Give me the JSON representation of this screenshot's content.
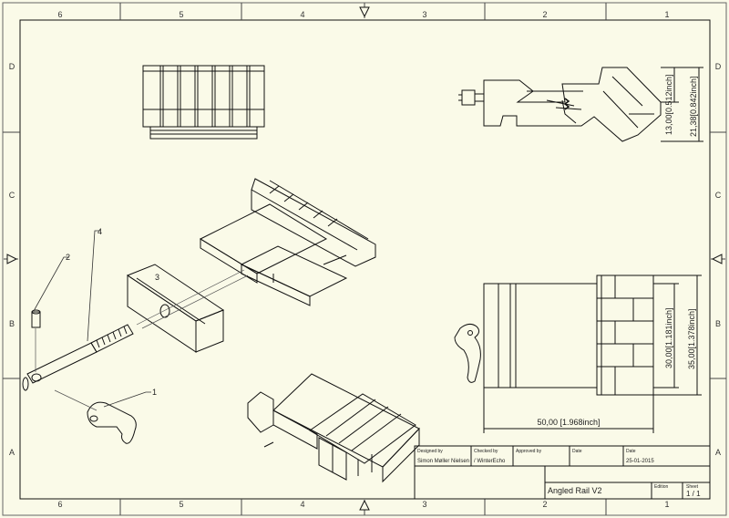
{
  "zones": {
    "top": [
      "6",
      "5",
      "4",
      "3",
      "2",
      "1"
    ],
    "bottom": [
      "6",
      "5",
      "4",
      "3",
      "2",
      "1"
    ],
    "left": [
      "D",
      "C",
      "B",
      "A"
    ],
    "right": [
      "D",
      "C",
      "B",
      "A"
    ]
  },
  "balloons": [
    "1",
    "2",
    "3",
    "4"
  ],
  "dimensions": {
    "side_height_1": "13,00[0.512inch]",
    "side_height_2": "21,38[0.842inch]",
    "top_width": "50,00 [1.968inch]",
    "top_height_1": "30,00[1.181inch]",
    "top_height_2": "35,00[1.378inch]"
  },
  "title_block": {
    "designed_by_label": "Designed by",
    "designed_by": "Simon Møller Nielsen",
    "checked_by_label": "Checked by",
    "checked_by": "/ WinterEcho",
    "approved_by_label": "Approved by",
    "date_label_1": "Date",
    "date_label_2": "Date",
    "date": "25-01-2015",
    "title": "Angled Rail V2",
    "edition_label": "Edition",
    "sheet_label": "Sheet",
    "sheet": "1 / 1"
  },
  "colors": {
    "paper": "#fafae8",
    "line": "#111111"
  }
}
